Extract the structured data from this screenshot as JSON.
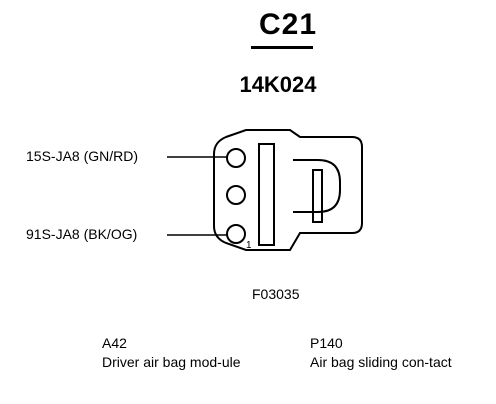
{
  "connector": {
    "id": "C21",
    "part_number": "14K024",
    "figure_code": "F03035",
    "pin_one_marker": "1"
  },
  "pins": [
    {
      "label": "15S-JA8 (GN/RD)"
    },
    {
      "label": "91S-JA8 (BK/OG)"
    }
  ],
  "legend": [
    {
      "code": "A42",
      "description": "Driver air bag mod-ule"
    },
    {
      "code": "P140",
      "description": "Air bag sliding con-tact"
    }
  ]
}
